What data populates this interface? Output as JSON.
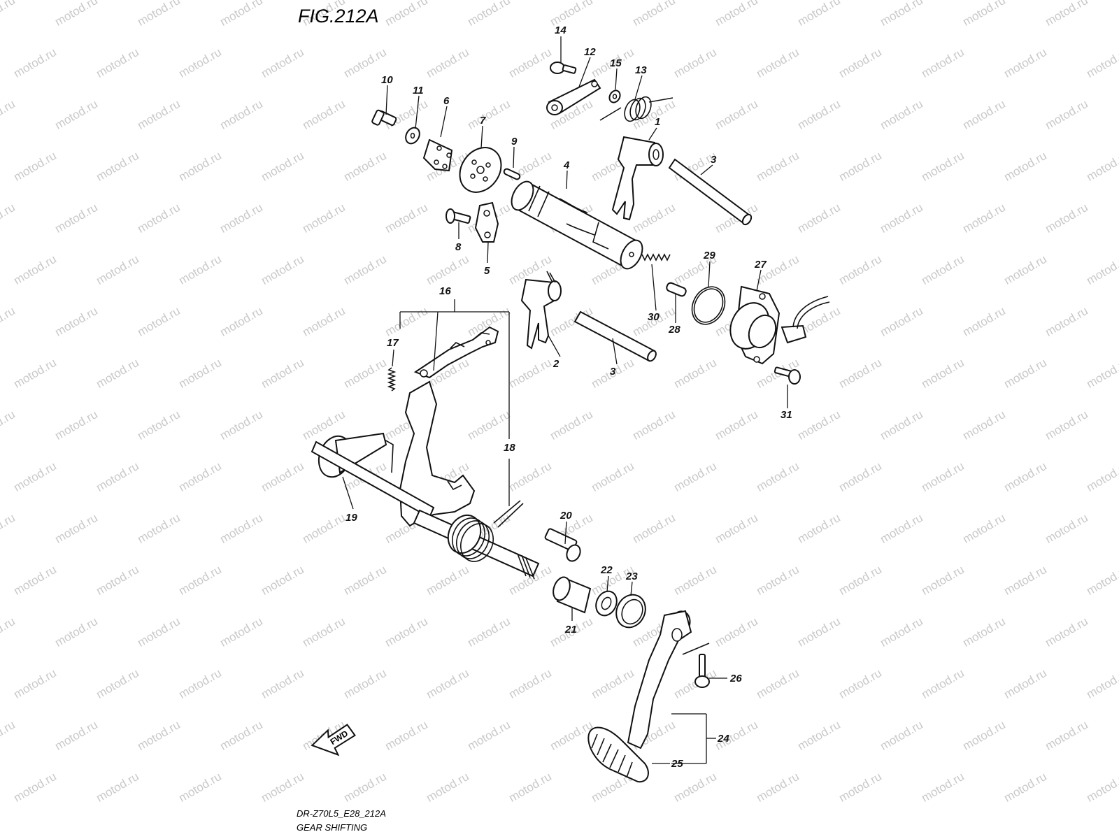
{
  "figure": {
    "title": "FIG.212A",
    "code": "DR-Z70L5_E28_212A",
    "caption": "GEAR SHIFTING"
  },
  "watermark": {
    "text": "motod.ru"
  },
  "fwd_arrow": {
    "label": "FWD"
  },
  "callouts": [
    {
      "id": "c1",
      "text": "1"
    },
    {
      "id": "c2",
      "text": "2"
    },
    {
      "id": "c3a",
      "text": "3"
    },
    {
      "id": "c3b",
      "text": "3"
    },
    {
      "id": "c4",
      "text": "4"
    },
    {
      "id": "c5",
      "text": "5"
    },
    {
      "id": "c6",
      "text": "6"
    },
    {
      "id": "c7",
      "text": "7"
    },
    {
      "id": "c8",
      "text": "8"
    },
    {
      "id": "c9",
      "text": "9"
    },
    {
      "id": "c10",
      "text": "10"
    },
    {
      "id": "c11",
      "text": "11"
    },
    {
      "id": "c12",
      "text": "12"
    },
    {
      "id": "c13",
      "text": "13"
    },
    {
      "id": "c14",
      "text": "14"
    },
    {
      "id": "c15",
      "text": "15"
    },
    {
      "id": "c16",
      "text": "16"
    },
    {
      "id": "c17",
      "text": "17"
    },
    {
      "id": "c18",
      "text": "18"
    },
    {
      "id": "c19",
      "text": "19"
    },
    {
      "id": "c20",
      "text": "20"
    },
    {
      "id": "c21",
      "text": "21"
    },
    {
      "id": "c22",
      "text": "22"
    },
    {
      "id": "c23",
      "text": "23"
    },
    {
      "id": "c24",
      "text": "24"
    },
    {
      "id": "c25",
      "text": "25"
    },
    {
      "id": "c26",
      "text": "26"
    },
    {
      "id": "c27",
      "text": "27"
    },
    {
      "id": "c28",
      "text": "28"
    },
    {
      "id": "c29",
      "text": "29"
    },
    {
      "id": "c30",
      "text": "30"
    },
    {
      "id": "c31",
      "text": "31"
    }
  ]
}
